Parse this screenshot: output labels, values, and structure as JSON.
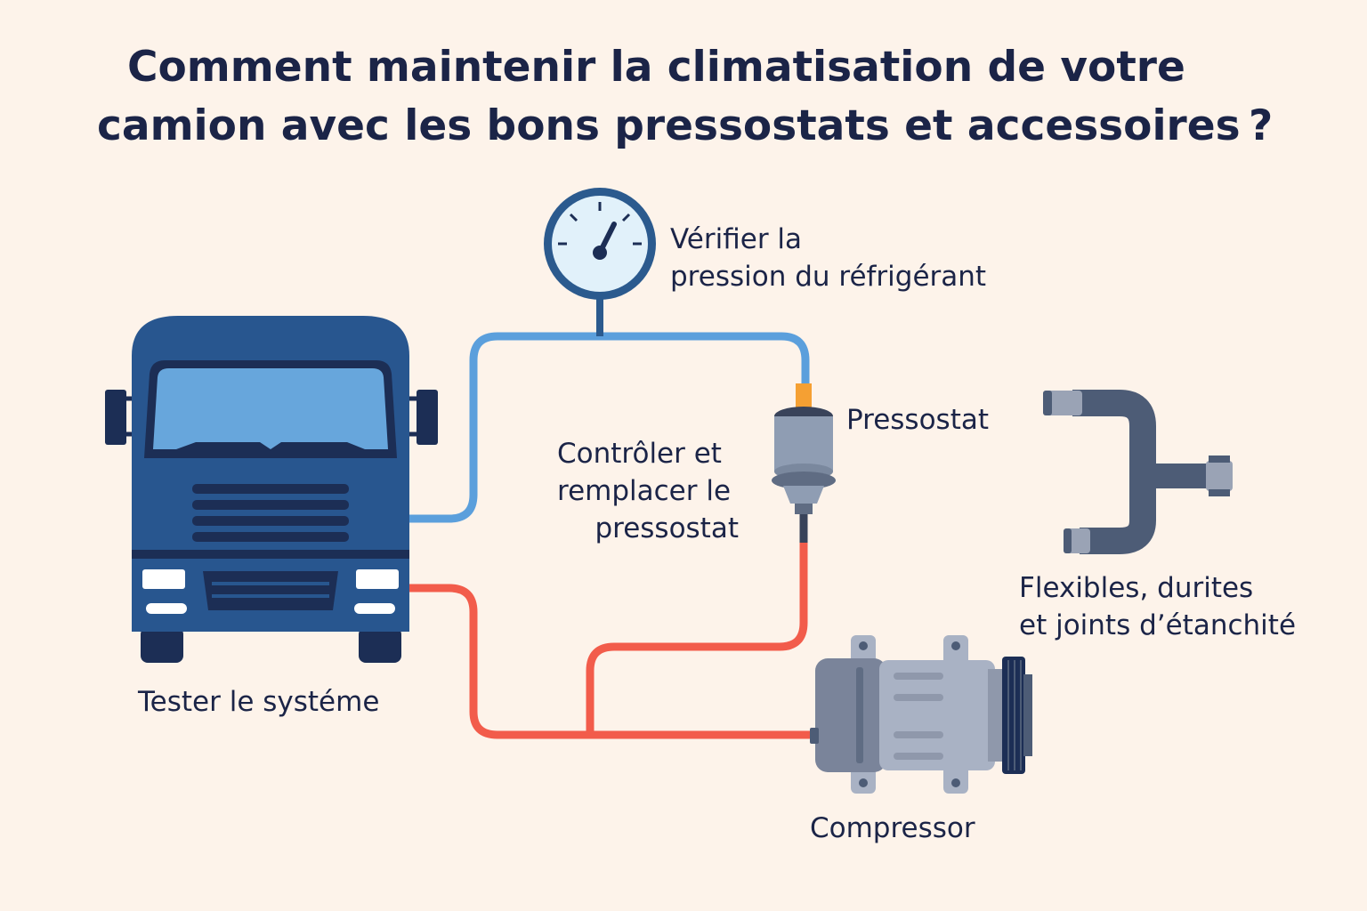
{
  "title": {
    "line1": "Comment maintenir la climatisation de votre",
    "line2": "camion avec les bons pressostats et accessoires ?"
  },
  "labels": {
    "gauge": [
      "Vérifier la",
      "pression du réfrigérant"
    ],
    "pressostat": "Pressostat",
    "control": [
      "Contrôler et",
      "remplacer le",
      "pressostat"
    ],
    "hoses": [
      "Flexibles, durites",
      "et joints d’étanchité"
    ],
    "truck": "Tester le systéme",
    "compressor": "Compressor"
  },
  "colors": {
    "background": "#fdf3ea",
    "text": "#1b2447",
    "truck_body": "#28568f",
    "truck_dark": "#1c2e55",
    "windshield": "#67a6dc",
    "low_pressure_line": "#5b9fdc",
    "high_pressure_line": "#f25c4b",
    "gauge_face": "#e1f1fa",
    "gauge_rim": "#2b5a8e",
    "pressostat_body": "#8f9db3",
    "pressostat_cap": "#f5a033",
    "hose": "#4d5c76",
    "compressor_body": "#8f98ab",
    "compressor_light": "#a9b2c4"
  }
}
